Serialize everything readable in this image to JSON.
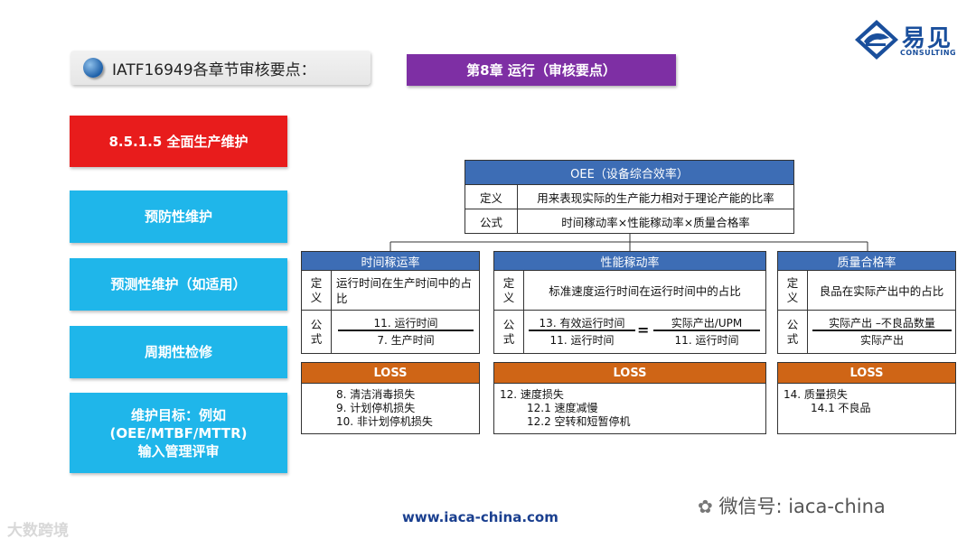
{
  "header": {
    "title": "IATF16949各章节审核要点：",
    "chapter": "第8章  运行（审核要点）"
  },
  "logo": {
    "name_cn": "易见",
    "name_en": "CONSULTING"
  },
  "menu": [
    {
      "label": "8.5.1.5 全面生产维护",
      "active": true
    },
    {
      "label": "预防性维护"
    },
    {
      "label": "预测性维护（如适用）"
    },
    {
      "label": "周期性检修"
    },
    {
      "label": "维护目标：例如\n(OEE/MTBF/MTTR)\n输入管理评审"
    }
  ],
  "oee": {
    "title": "OEE（设备综合效率）",
    "def_label": "定义",
    "def_text": "用来表现实际的生产能力相对于理论产能的比率",
    "formula_label": "公式",
    "formula_text": "时间稼动率×性能稼动率×质量合格率"
  },
  "columns": [
    {
      "title": "时间稼运率",
      "def_label": "定义",
      "def_text": "运行时间在生产时间中的占比",
      "formula_label": "公式",
      "numerator": "11. 运行时间",
      "denominator": "7. 生产时间",
      "loss_title": "LOSS",
      "loss_items": [
        "8. 清洁消毒损失",
        "9. 计划停机损失",
        "10. 非计划停机损失"
      ]
    },
    {
      "title": "性能稼动率",
      "def_label": "定义",
      "def_text": "标准速度运行时间在运行时间中的占比",
      "formula_label": "公式",
      "numerator": "13. 有效运行时间",
      "denominator": "11. 运行时间",
      "equals": "=",
      "numerator2": "实际产出/UPM",
      "denominator2": "11. 运行时间",
      "loss_title": "LOSS",
      "loss_items": [
        "12. 速度损失",
        "12.1 速度减慢",
        "12.2 空转和短暂停机"
      ]
    },
    {
      "title": "质量合格率",
      "def_label": "定义",
      "def_text": "良品在实际产出中的占比",
      "formula_label": "公式",
      "numerator": "实际产出 –不良品数量",
      "denominator": "实际产出",
      "loss_title": "LOSS",
      "loss_items": [
        "14. 质量损失",
        "14.1 不良品"
      ]
    }
  ],
  "footer": {
    "url": "www.iaca-china.com",
    "wechat": "微信号: iaca-china",
    "brand": "大数跨境"
  },
  "colors": {
    "chapter_bg": "#7e2fa4",
    "menu_active": "#e81c1c",
    "menu_normal": "#1fb6ea",
    "title_blue": "#3d6db5",
    "loss_orange": "#cf6516"
  }
}
